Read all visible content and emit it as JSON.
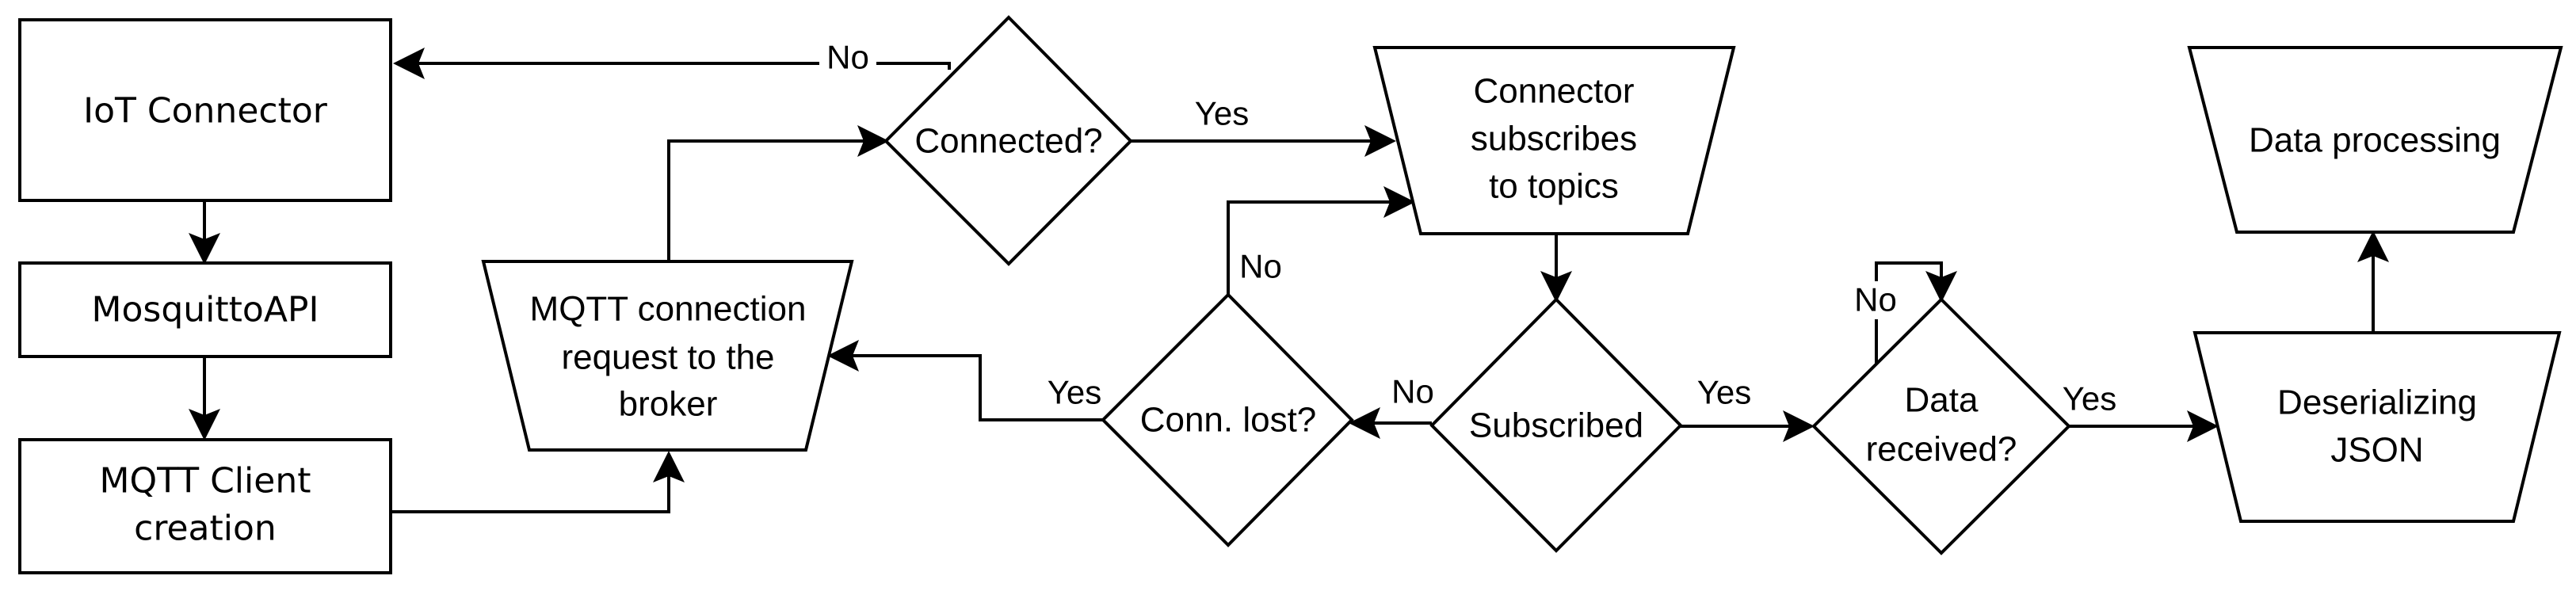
{
  "nodes": {
    "iot_connector": "IoT Connector",
    "mosquitto_api": "MosquittoAPI",
    "mqtt_client_1": "MQTT Client",
    "mqtt_client_2": "creation",
    "mqtt_request_1": "MQTT connection",
    "mqtt_request_2": "request to the",
    "mqtt_request_3": "broker",
    "connected": "Connected?",
    "subscribe_1": "Connector",
    "subscribe_2": "subscribes",
    "subscribe_3": "to topics",
    "conn_lost": "Conn. lost?",
    "subscribed": "Subscribed",
    "data_received_1": "Data",
    "data_received_2": "received?",
    "deserializing_1": "Deserializing",
    "deserializing_2": "JSON",
    "data_processing": "Data processing"
  },
  "edge_labels": {
    "connected_no": "No",
    "connected_yes": "Yes",
    "conn_lost_no": "No",
    "conn_lost_yes": "Yes",
    "subscribed_no": "No",
    "subscribed_yes": "Yes",
    "data_no": "No",
    "data_yes": "Yes"
  }
}
